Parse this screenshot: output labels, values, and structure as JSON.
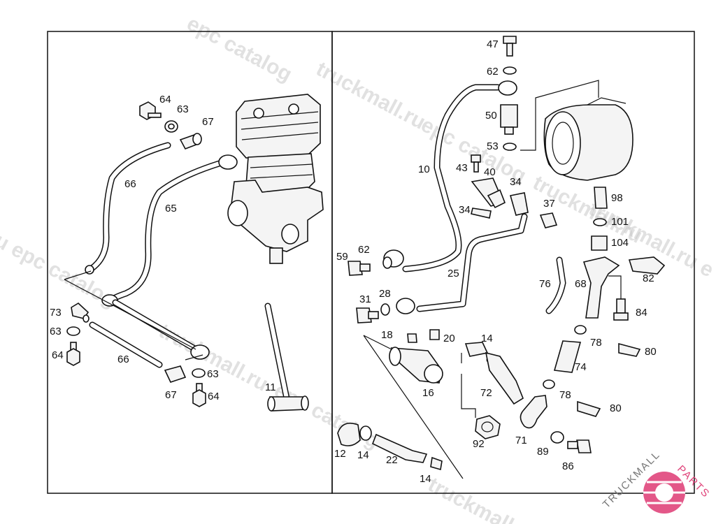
{
  "watermarks": [
    "epc catalog",
    "truckmall.ru",
    "epc catalog",
    "truckmall.ru",
    "ru epc catalog",
    "truckmall.ru",
    "epc catalog",
    "truckmall.ru",
    "truckmall.ru epc",
    "truckmall.ru e",
    "truckmall.ru"
  ],
  "left_panel": {
    "labels": {
      "l64a": "64",
      "l63a": "63",
      "l67a": "67",
      "l66a": "66",
      "l65": "65",
      "l73": "73",
      "l63b": "63",
      "l64b": "64",
      "l66b": "66",
      "l63c": "63",
      "l67b": "67",
      "l64c": "64",
      "l11": "11"
    }
  },
  "right_panel": {
    "labels": {
      "l47": "47",
      "l62a": "62",
      "l50": "50",
      "l53": "53",
      "l10": "10",
      "l43": "43",
      "l40": "40",
      "l34a": "34",
      "l34b": "34",
      "l37": "37",
      "l98": "98",
      "l101": "101",
      "l104": "104",
      "l59": "59",
      "l62b": "62",
      "l25": "25",
      "l76": "76",
      "l68": "68",
      "l82": "82",
      "l31": "31",
      "l28": "28",
      "l84": "84",
      "l18": "18",
      "l20": "20",
      "l14a": "14",
      "l78a": "78",
      "l80a": "80",
      "l74": "74",
      "l16": "16",
      "l72": "72",
      "l78b": "78",
      "l80b": "80",
      "l92": "92",
      "l71": "71",
      "l89": "89",
      "l86": "86",
      "l12": "12",
      "l14b": "14",
      "l22": "22",
      "l14c": "14"
    }
  },
  "logo": {
    "text_gray": "TRUCKMALL",
    "text_pink": "PARTS",
    "accent": "#e0457b"
  }
}
